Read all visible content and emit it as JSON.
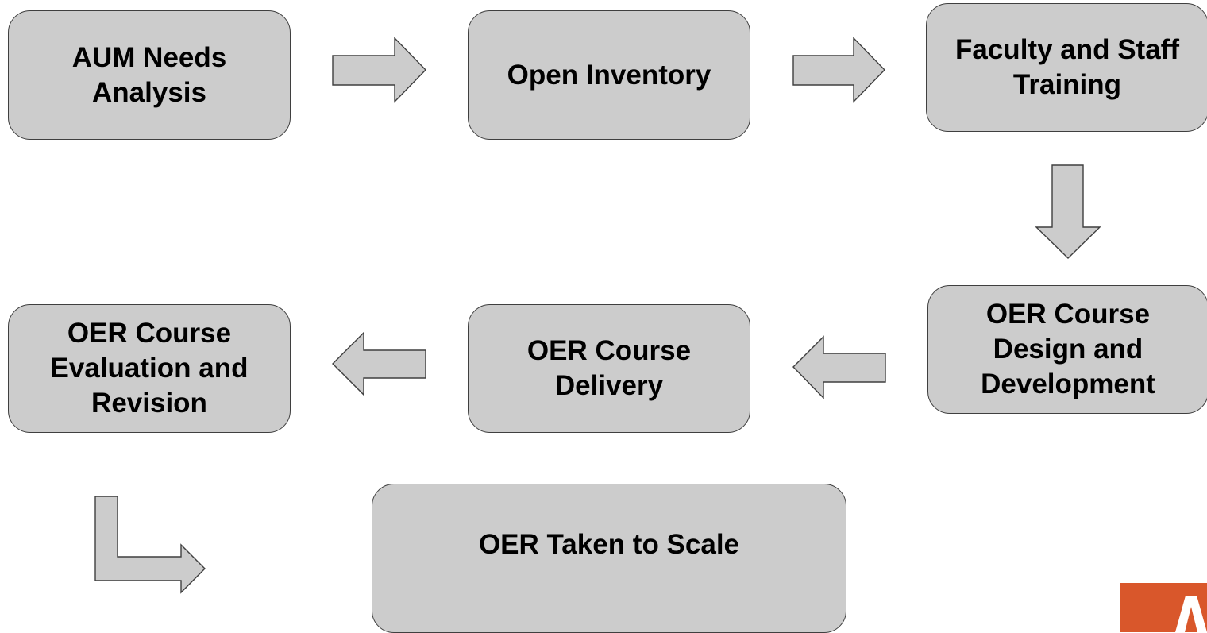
{
  "diagram": {
    "boxes": [
      {
        "id": "needs_analysis",
        "label": "AUM Needs\nAnalysis"
      },
      {
        "id": "open_inventory",
        "label": "Open Inventory"
      },
      {
        "id": "faculty_training",
        "label": "Faculty and Staff\nTraining"
      },
      {
        "id": "design_development",
        "label": "OER Course\nDesign and\nDevelopment"
      },
      {
        "id": "course_delivery",
        "label": "OER Course\nDelivery"
      },
      {
        "id": "evaluation_revision",
        "label": "OER Course\nEvaluation and\nRevision"
      },
      {
        "id": "taken_to_scale",
        "label": "OER Taken to Scale"
      }
    ],
    "arrows": [
      {
        "from": "needs_analysis",
        "to": "open_inventory",
        "direction": "right"
      },
      {
        "from": "open_inventory",
        "to": "faculty_training",
        "direction": "right"
      },
      {
        "from": "faculty_training",
        "to": "design_development",
        "direction": "down"
      },
      {
        "from": "design_development",
        "to": "course_delivery",
        "direction": "left"
      },
      {
        "from": "course_delivery",
        "to": "evaluation_revision",
        "direction": "left"
      },
      {
        "from": "evaluation_revision",
        "to": "taken_to_scale",
        "direction": "down-then-right"
      }
    ]
  },
  "colors": {
    "box_fill": "#cccccc",
    "box_stroke": "#3f3f3f",
    "text": "#000000",
    "logo_background": "#d9572b",
    "logo_mark": "#ffffff"
  },
  "logo": {
    "icon": "aum-logo-partial"
  }
}
